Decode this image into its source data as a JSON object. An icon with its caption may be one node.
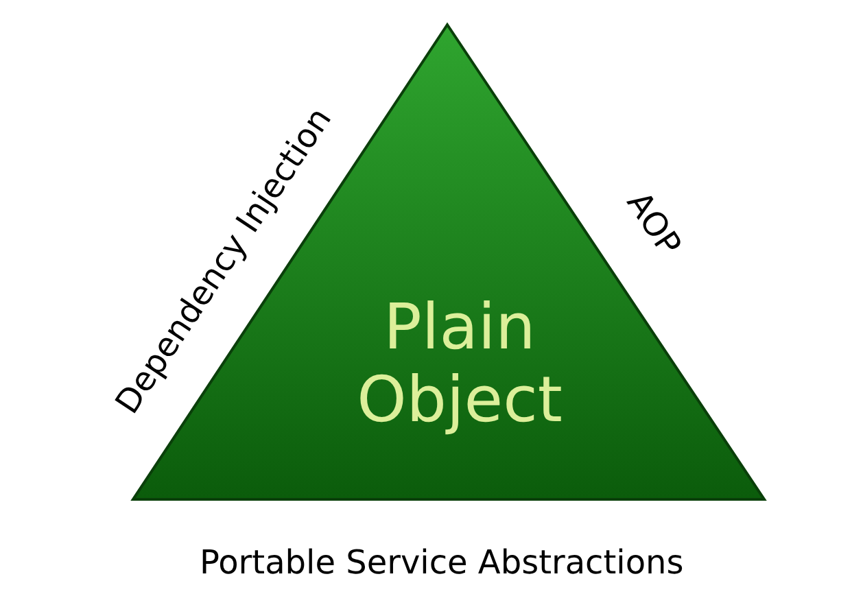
{
  "diagram": {
    "nodes": [
      {
        "text": [
          "Plain Object"
        ]
      }
    ],
    "labels": [
      "Dependency Injection",
      "AOP",
      "Portable Service Abstractions"
    ]
  }
}
